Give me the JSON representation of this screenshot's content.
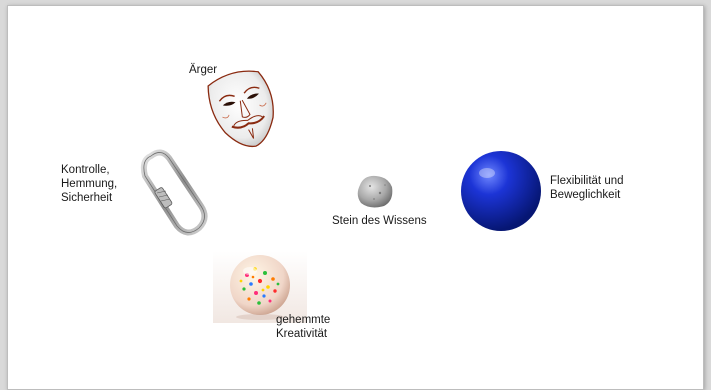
{
  "labels": {
    "anger": "Ärger",
    "control_line1": "Kontrolle,",
    "control_line2": "Hemmung,",
    "control_line3": "Sicherheit",
    "stone": "Stein des Wissens",
    "flex_line1": "Flexibilität und",
    "flex_line2": "Beweglichkeit",
    "creative_line1": "gehemmte",
    "creative_line2": "Kreativität"
  },
  "icons": {
    "anger": "mask-icon",
    "control": "carabiner-icon",
    "stone": "stone-icon",
    "flexibility": "blue-ball-icon",
    "creativity": "glitter-ball-icon"
  },
  "colors": {
    "ball_blue": "#1c34d6",
    "mask_outline": "#8a2a10",
    "metal": "#9a9a9a"
  }
}
